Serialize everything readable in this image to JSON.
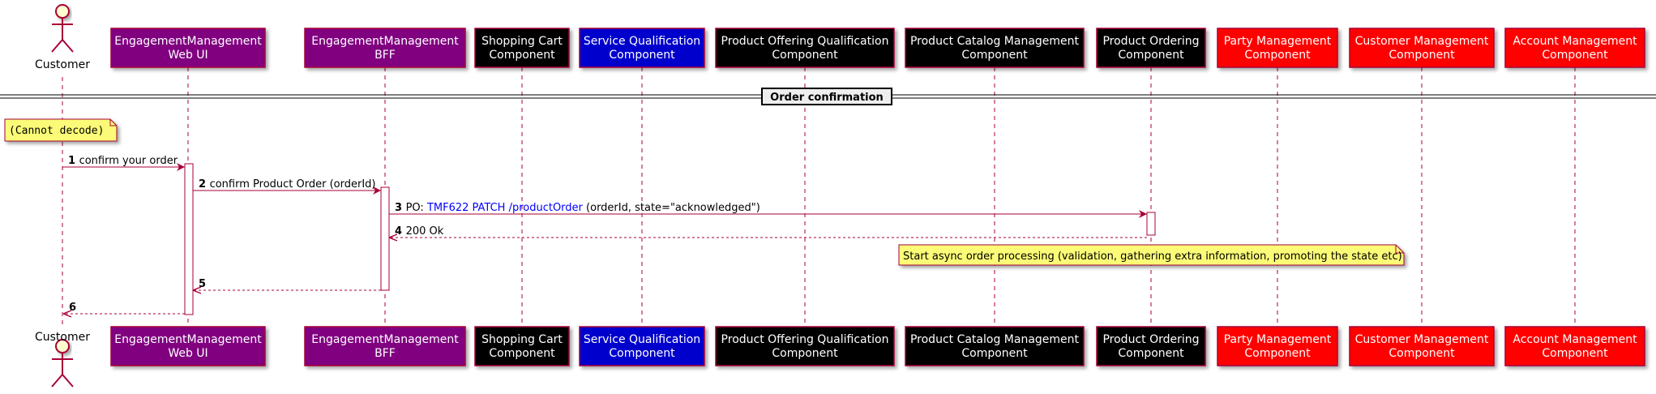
{
  "diagram": {
    "actor": {
      "label": "Customer"
    },
    "participants": [
      {
        "id": "ui",
        "lines": [
          "EngagementManagement",
          "Web UI"
        ],
        "fill": "#800080"
      },
      {
        "id": "bff",
        "lines": [
          "EngagementManagement",
          "BFF"
        ],
        "fill": "#800080"
      },
      {
        "id": "cart",
        "lines": [
          "Shopping Cart",
          "Component"
        ],
        "fill": "#000000"
      },
      {
        "id": "sq",
        "lines": [
          "Service Qualification",
          "Component"
        ],
        "fill": "#0000cd"
      },
      {
        "id": "poq",
        "lines": [
          "Product Offering Qualification",
          "Component"
        ],
        "fill": "#000000"
      },
      {
        "id": "pcm",
        "lines": [
          "Product Catalog Management",
          "Component"
        ],
        "fill": "#000000"
      },
      {
        "id": "po",
        "lines": [
          "Product Ordering",
          "Component"
        ],
        "fill": "#000000"
      },
      {
        "id": "party",
        "lines": [
          "Party Management",
          "Component"
        ],
        "fill": "#ff0000"
      },
      {
        "id": "cust",
        "lines": [
          "Customer Management",
          "Component"
        ],
        "fill": "#ff0000"
      },
      {
        "id": "acct",
        "lines": [
          "Account Management",
          "Component"
        ],
        "fill": "#ff0000"
      }
    ],
    "divider": {
      "label": "Order confirmation"
    },
    "cannot_decode_note": {
      "text": "(Cannot decode)"
    },
    "messages": [
      {
        "num": "1",
        "from": "actor",
        "to": "ui",
        "dashed": false,
        "parts": [
          {
            "text": "confirm your order",
            "blue": false
          }
        ]
      },
      {
        "num": "2",
        "from": "ui",
        "to": "bff",
        "dashed": false,
        "parts": [
          {
            "text": "confirm Product Order (orderId)",
            "blue": false
          }
        ]
      },
      {
        "num": "3",
        "from": "bff",
        "to": "po",
        "dashed": false,
        "parts": [
          {
            "text": "PO: ",
            "blue": false
          },
          {
            "text": "TMF622 PATCH /productOrder",
            "blue": true
          },
          {
            "text": " (orderId, state=\"acknowledged\")",
            "blue": false
          }
        ]
      },
      {
        "num": "4",
        "from": "po",
        "to": "bff",
        "dashed": true,
        "parts": [
          {
            "text": "200 Ok",
            "blue": false
          }
        ]
      },
      {
        "num": "5",
        "from": "bff",
        "to": "ui",
        "dashed": true,
        "parts": []
      },
      {
        "num": "6",
        "from": "ui",
        "to": "actor",
        "dashed": true,
        "parts": []
      }
    ],
    "async_note": {
      "text": "Start async order processing (validation, gathering extra information, promoting the state etc)"
    },
    "colors": {
      "lifeline": "#a80036",
      "note_fill": "#fbfb77",
      "arrow": "#a80036",
      "actor_fill": "#fefece",
      "box_border": "#a80036"
    }
  }
}
